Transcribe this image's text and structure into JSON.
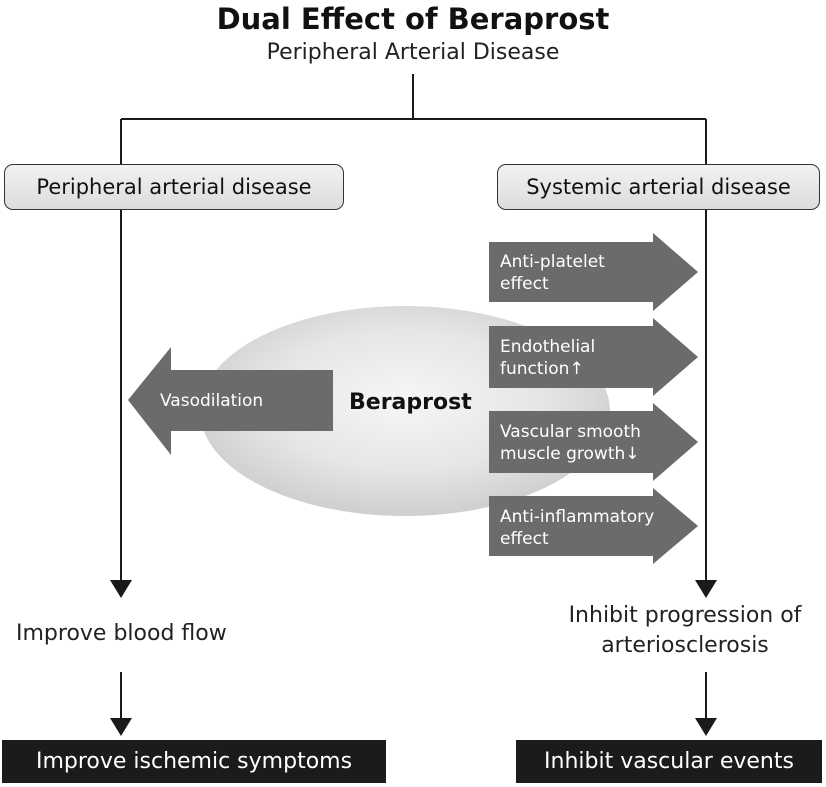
{
  "title": "Dual Effect of Beraprost",
  "subtitle": "Peripheral Arterial Disease",
  "left_branch": {
    "label": "Peripheral arterial disease",
    "mechanism": "Vasodilation",
    "outcome": "Improve blood flow",
    "final": "Improve ischemic symptoms"
  },
  "right_branch": {
    "label": "Systemic arterial disease",
    "effects": [
      {
        "line1": "Anti-platelet",
        "line2": "effect"
      },
      {
        "line1": "Endothelial",
        "line2": "function↑"
      },
      {
        "line1": "Vascular smooth",
        "line2": "muscle  growth↓"
      },
      {
        "line1": "Anti-inflammatory",
        "line2": "effect"
      }
    ],
    "outcome_line1": "Inhibit progression of",
    "outcome_line2": "arteriosclerosis",
    "final": "Inhibit vascular events"
  },
  "center": {
    "label": "Beraprost"
  },
  "colors": {
    "arrow_fill": "#6b6b6b",
    "line": "#1a1a1a",
    "final_box": "#1b1b1b",
    "ellipse_center": "#f4f4f4",
    "ellipse_edge": "#cfcfcf"
  }
}
